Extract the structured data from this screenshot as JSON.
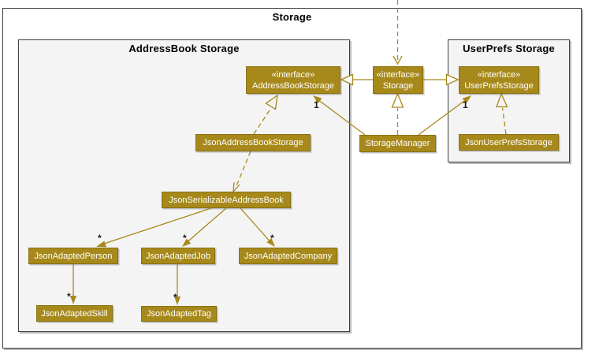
{
  "diagram": {
    "frames": {
      "storage": {
        "title": "Storage"
      },
      "address_book": {
        "title": "AddressBook Storage"
      },
      "user_prefs": {
        "title": "UserPrefs Storage"
      }
    },
    "nodes": {
      "address_book_storage_if": {
        "stereotype": "«interface»",
        "name": "AddressBookStorage"
      },
      "storage_if": {
        "stereotype": "«interface»",
        "name": "Storage"
      },
      "user_prefs_storage_if": {
        "stereotype": "«interface»",
        "name": "UserPrefsStorage"
      },
      "json_address_book_storage": {
        "name": "JsonAddressBookStorage"
      },
      "storage_manager": {
        "name": "StorageManager"
      },
      "json_user_prefs_storage": {
        "name": "JsonUserPrefsStorage"
      },
      "json_serializable_address_book": {
        "name": "JsonSerializableAddressBook"
      },
      "json_adapted_person": {
        "name": "JsonAdaptedPerson"
      },
      "json_adapted_job": {
        "name": "JsonAdaptedJob"
      },
      "json_adapted_company": {
        "name": "JsonAdaptedCompany"
      },
      "json_adapted_skill": {
        "name": "JsonAdaptedSkill"
      },
      "json_adapted_tag": {
        "name": "JsonAdaptedTag"
      }
    },
    "multiplicity": {
      "one": "1",
      "many": "*"
    },
    "colors": {
      "node_fill": "#a7891b",
      "node_border": "#8a7113",
      "node_text": "#ffffff",
      "edge": "#a7891b",
      "frame_border": "#3d3d3d",
      "inner_frame_fill": "#f4f4f4",
      "label_text": "#1a1a1a"
    }
  }
}
